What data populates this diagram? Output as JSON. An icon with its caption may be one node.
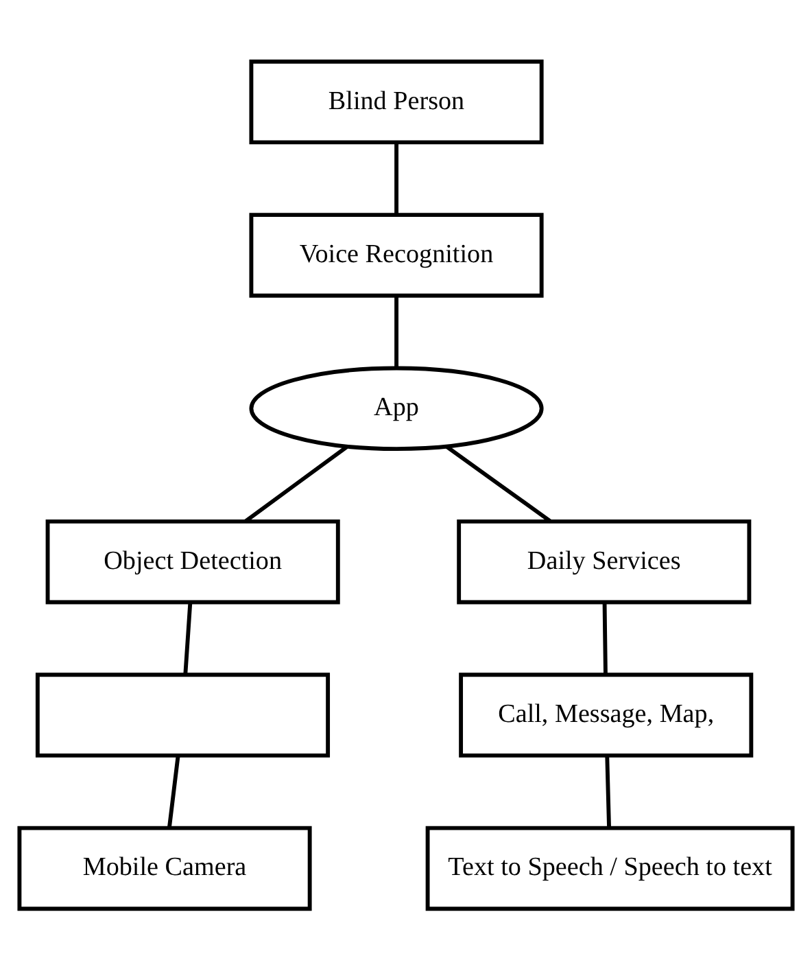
{
  "diagram": {
    "nodes": [
      {
        "text": [
          "Blind Person"
        ]
      },
      {
        "text": [
          "Voice Recognition"
        ]
      },
      {
        "text": [
          "App"
        ]
      },
      {
        "text": [
          "Object Detection"
        ]
      },
      {
        "text": [
          "Daily Services"
        ]
      },
      {
        "text": [],
        "shape": "box"
      },
      {
        "text": [
          "Call, Message, Map,"
        ]
      },
      {
        "text": [
          "Mobile Camera"
        ]
      },
      {
        "text": [
          "Text to Speech / Speech to text"
        ]
      }
    ],
    "edges": [
      {
        "from": 0,
        "to": 1,
        "arrow": "none"
      },
      {
        "from": 1,
        "to": 2,
        "arrow": "none"
      },
      {
        "from": 2,
        "to": 3,
        "arrow": "none"
      },
      {
        "from": 2,
        "to": 4,
        "arrow": "none"
      },
      {
        "from": 3,
        "to": 5,
        "arrow": "none"
      },
      {
        "from": 5,
        "to": 7,
        "arrow": "none"
      },
      {
        "from": 4,
        "to": 6,
        "arrow": "none"
      },
      {
        "from": 6,
        "to": 8,
        "arrow": "none"
      }
    ]
  }
}
